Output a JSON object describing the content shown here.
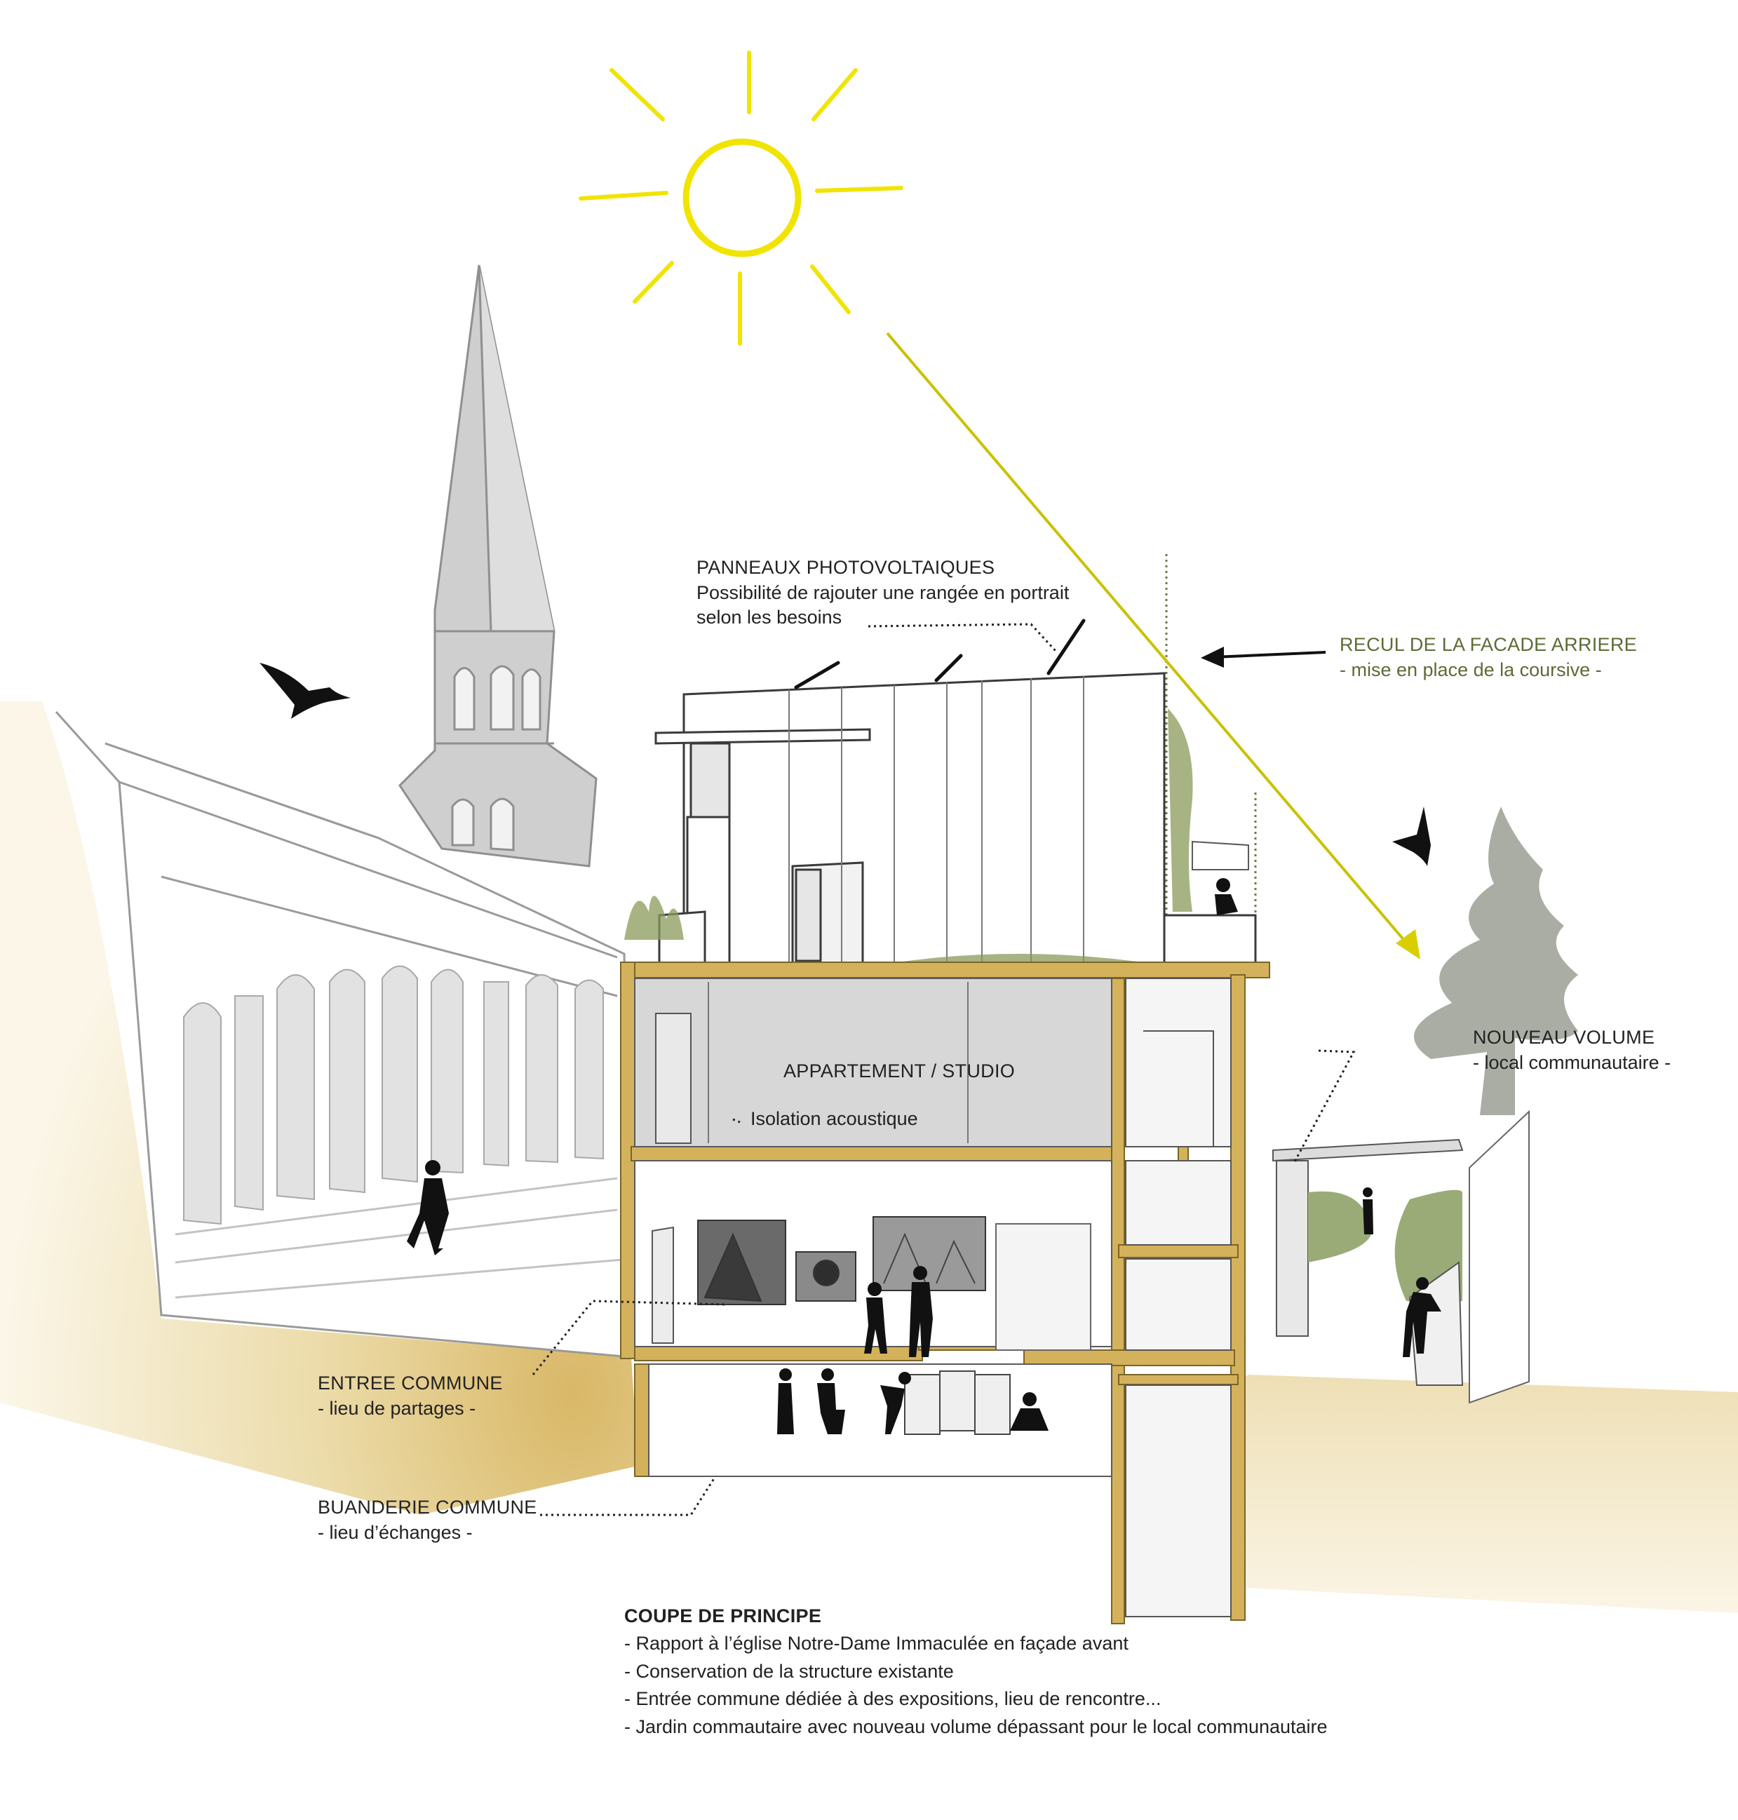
{
  "labels": {
    "pv": {
      "title": "PANNEAUX PHOTOVOLTAIQUES",
      "line1": "Possibilité de rajouter une rangée en portrait",
      "line2": "selon les besoins"
    },
    "recul": {
      "title": "RECUL DE LA FACADE ARRIERE",
      "sub": "- mise en place de la coursive -"
    },
    "appartement": "APPARTEMENT / STUDIO",
    "isolation": "Isolation acoustique",
    "nouveau_volume": {
      "title": "NOUVEAU VOLUME",
      "sub": "- local communautaire -"
    },
    "entree": {
      "title": "ENTREE COMMUNE",
      "sub": "- lieu de partages -"
    },
    "buanderie": {
      "title": "BUANDERIE COMMUNE",
      "sub": "- lieu d’échanges -"
    }
  },
  "notes": {
    "title": "COUPE DE PRINCIPE",
    "items": [
      "- Rapport à l’église Notre-Dame Immaculée en façade avant",
      "- Conservation de la structure existante",
      "- Entrée commune dédiée à des expositions, lieu de rencontre...",
      "- Jardin commautaire avec nouveau volume dépassant pour le local communautaire"
    ]
  },
  "colors": {
    "sun": "#f1e400",
    "sun_arrow": "#c9c100",
    "structure": "#d4b25c",
    "ground": "#e8d7a6",
    "church": "#c9c9c9",
    "tree": "#a9ada3",
    "garden": "#9aab78",
    "recul_text": "#5c6b35",
    "silhouette": "#111111"
  }
}
